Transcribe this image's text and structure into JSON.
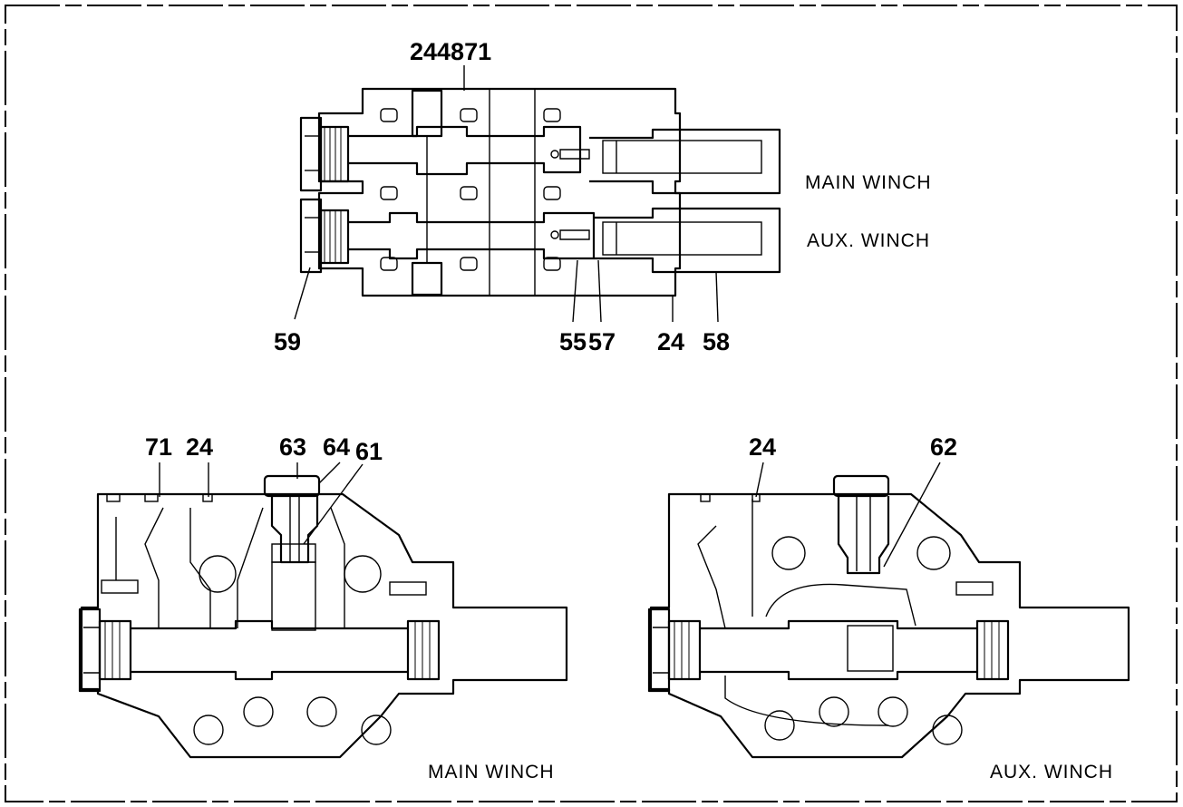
{
  "top_view": {
    "title_ref": "244871",
    "labels": {
      "main_winch": "MAIN WINCH",
      "aux_winch": "AUX. WINCH"
    },
    "callouts": [
      "59",
      "55",
      "57",
      "24",
      "58"
    ]
  },
  "bottom_left_view": {
    "caption": "MAIN WINCH",
    "callouts": [
      "71",
      "24",
      "63",
      "64",
      "61"
    ]
  },
  "bottom_right_view": {
    "caption": "AUX. WINCH",
    "callouts": [
      "24",
      "62"
    ]
  }
}
